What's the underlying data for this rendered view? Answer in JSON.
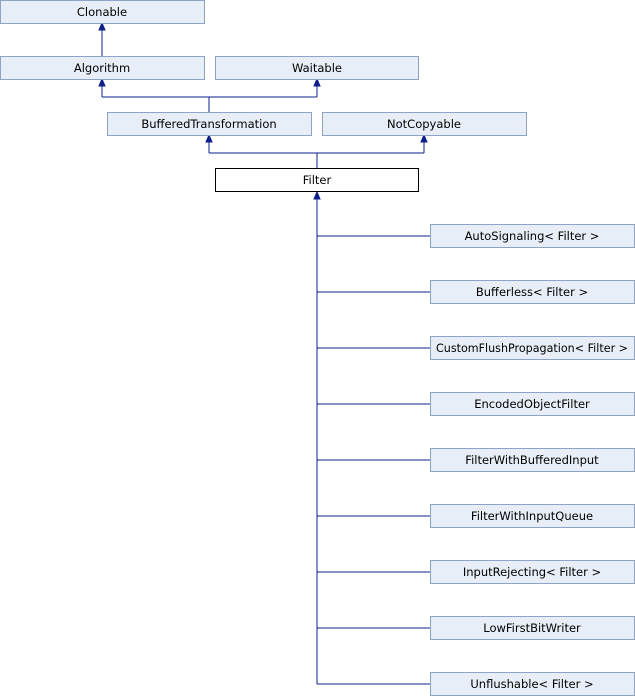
{
  "diagram": {
    "nodes": {
      "clonable": "Clonable",
      "algorithm": "Algorithm",
      "waitable": "Waitable",
      "buffered_transformation": "BufferedTransformation",
      "not_copyable": "NotCopyable",
      "filter": "Filter",
      "auto_signaling": "AutoSignaling< Filter >",
      "bufferless": "Bufferless< Filter >",
      "custom_flush_propagation": "CustomFlushPropagation< Filter >",
      "encoded_object_filter": "EncodedObjectFilter",
      "filter_with_buffered_input": "FilterWithBufferedInput",
      "filter_with_input_queue": "FilterWithInputQueue",
      "input_rejecting": "InputRejecting< Filter >",
      "low_first_bit_writer": "LowFirstBitWriter",
      "unflushable": "Unflushable< Filter >"
    },
    "colors": {
      "node_fill": "#e8eef7",
      "node_border": "#8ea4c4",
      "current_node_border": "#000000",
      "edge": "#0e1f8c"
    }
  }
}
